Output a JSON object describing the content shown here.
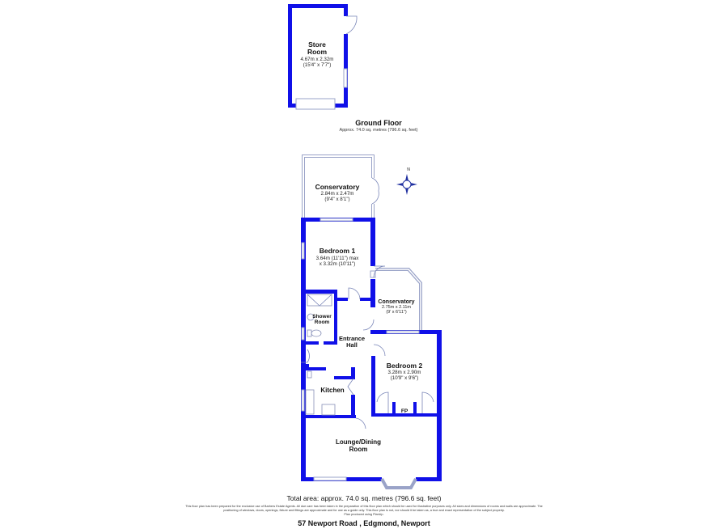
{
  "floor": {
    "title": "Ground Floor",
    "area": "Approx. 74.0 sq. metres (796.6 sq. feet)"
  },
  "rooms": {
    "store": {
      "name1": "Store",
      "name2": "Room",
      "dim1": "4.67m x 2.32m",
      "dim2": "(15'4\" x 7'7\")"
    },
    "conservatory1": {
      "name": "Conservatory",
      "dim1": "2.84m x 2.47m",
      "dim2": "(9'4\" x 8'1\")"
    },
    "bedroom1": {
      "name": "Bedroom 1",
      "dim1": "3.64m (11'11\") max",
      "dim2": "x 3.32m (10'11\")"
    },
    "conservatory2": {
      "name": "Conservatory",
      "dim1": "2.75m x 2.11m",
      "dim2": "(9' x 6'11\")"
    },
    "shower": {
      "name1": "Shower",
      "name2": "Room"
    },
    "hall": {
      "name1": "Entrance",
      "name2": "Hall"
    },
    "bedroom2": {
      "name": "Bedroom 2",
      "dim1": "3.28m x 2.90m",
      "dim2": "(10'9\" x 9'6\")"
    },
    "kitchen": {
      "name": "Kitchen"
    },
    "fp": {
      "name": "FP"
    },
    "lounge": {
      "name1": "Lounge/Dining",
      "name2": "Room"
    }
  },
  "compass": {
    "label": "N"
  },
  "footer": {
    "total": "Total area: approx. 74.0 sq. metres (796.6 sq. feet)",
    "disclaimer1": "This floor plan has been prepared for the exclusive use of Barbers Estate Agents. All due care has been taken in the preparation of this floor plan which should be used for illustrative purposes only. All sizes and dimensions of rooms and walls are approximate. The",
    "disclaimer2": "positioning of windows, doors, openings, fixture and fittings are approximate and for use as a guide only. This floor plan is not, nor should it be taken as, a true and exact representation of the subject property.",
    "disclaimer3": "Plan produced using PlanUp.",
    "address": "57 Newport Road , Edgmond, Newport"
  }
}
